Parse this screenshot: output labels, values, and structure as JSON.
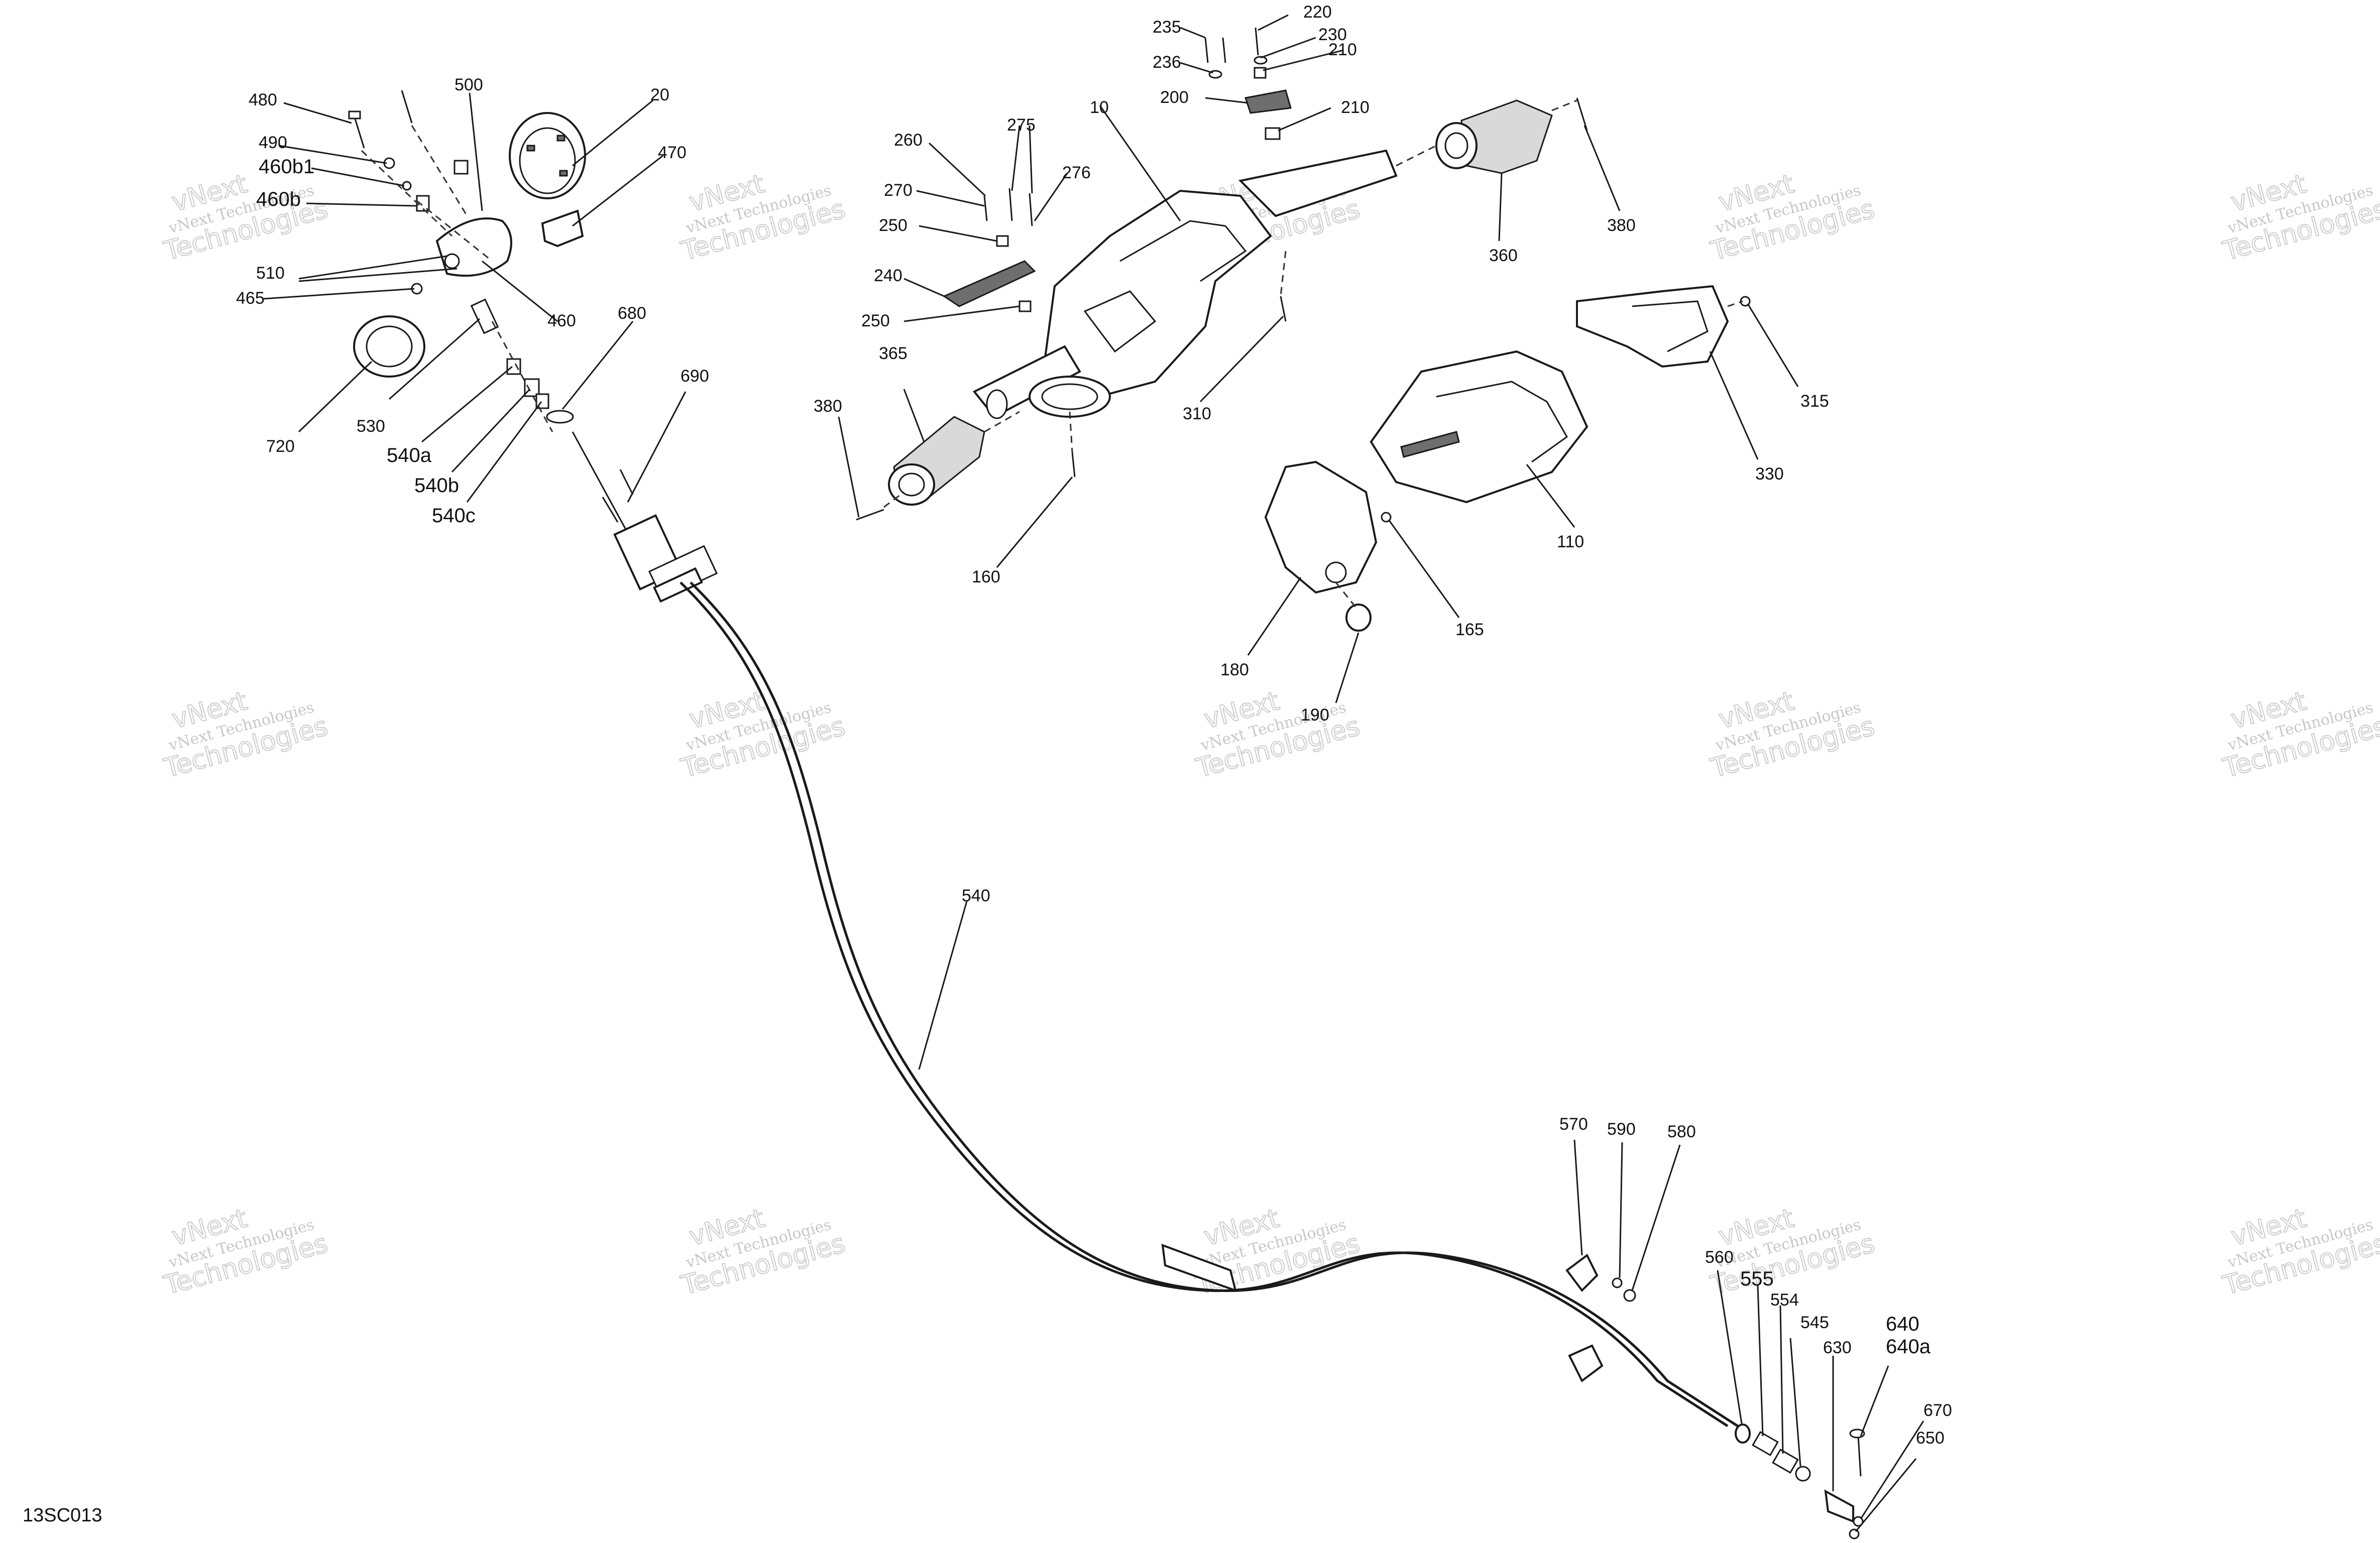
{
  "diagram_code": "13SC013",
  "watermark": {
    "line1": "vNext Technologies",
    "line2": "Technologies",
    "line3": "vNext"
  },
  "callouts": [
    {
      "id": "c480",
      "text": "480"
    },
    {
      "id": "c500",
      "text": "500"
    },
    {
      "id": "c20",
      "text": "20"
    },
    {
      "id": "c490",
      "text": "490"
    },
    {
      "id": "c460b1",
      "text": "460b1"
    },
    {
      "id": "c470",
      "text": "470"
    },
    {
      "id": "c460b",
      "text": "460b"
    },
    {
      "id": "c510",
      "text": "510"
    },
    {
      "id": "c465",
      "text": "465"
    },
    {
      "id": "c460",
      "text": "460"
    },
    {
      "id": "c680",
      "text": "680"
    },
    {
      "id": "c690",
      "text": "690"
    },
    {
      "id": "c720",
      "text": "720"
    },
    {
      "id": "c530",
      "text": "530"
    },
    {
      "id": "c540a",
      "text": "540a"
    },
    {
      "id": "c540b",
      "text": "540b"
    },
    {
      "id": "c540c",
      "text": "540c"
    },
    {
      "id": "c235",
      "text": "235"
    },
    {
      "id": "c220",
      "text": "220"
    },
    {
      "id": "c230",
      "text": "230"
    },
    {
      "id": "c236",
      "text": "236"
    },
    {
      "id": "c210a",
      "text": "210"
    },
    {
      "id": "c200",
      "text": "200"
    },
    {
      "id": "c210b",
      "text": "210"
    },
    {
      "id": "c275",
      "text": "275"
    },
    {
      "id": "c10",
      "text": "10"
    },
    {
      "id": "c260",
      "text": "260"
    },
    {
      "id": "c276",
      "text": "276"
    },
    {
      "id": "c270",
      "text": "270"
    },
    {
      "id": "c250a",
      "text": "250"
    },
    {
      "id": "c240",
      "text": "240"
    },
    {
      "id": "c250b",
      "text": "250"
    },
    {
      "id": "c365",
      "text": "365"
    },
    {
      "id": "c380a",
      "text": "380"
    },
    {
      "id": "c310",
      "text": "310"
    },
    {
      "id": "c160",
      "text": "160"
    },
    {
      "id": "c360",
      "text": "360"
    },
    {
      "id": "c380b",
      "text": "380"
    },
    {
      "id": "c315",
      "text": "315"
    },
    {
      "id": "c330",
      "text": "330"
    },
    {
      "id": "c110",
      "text": "110"
    },
    {
      "id": "c165",
      "text": "165"
    },
    {
      "id": "c180",
      "text": "180"
    },
    {
      "id": "c190",
      "text": "190"
    },
    {
      "id": "c540",
      "text": "540"
    },
    {
      "id": "c570",
      "text": "570"
    },
    {
      "id": "c590",
      "text": "590"
    },
    {
      "id": "c580",
      "text": "580"
    },
    {
      "id": "c560",
      "text": "560"
    },
    {
      "id": "c555",
      "text": "555"
    },
    {
      "id": "c554",
      "text": "554"
    },
    {
      "id": "c545",
      "text": "545"
    },
    {
      "id": "c630",
      "text": "630"
    },
    {
      "id": "c640",
      "text": "640"
    },
    {
      "id": "c640a",
      "text": "640a"
    },
    {
      "id": "c670",
      "text": "670"
    },
    {
      "id": "c650",
      "text": "650"
    }
  ]
}
